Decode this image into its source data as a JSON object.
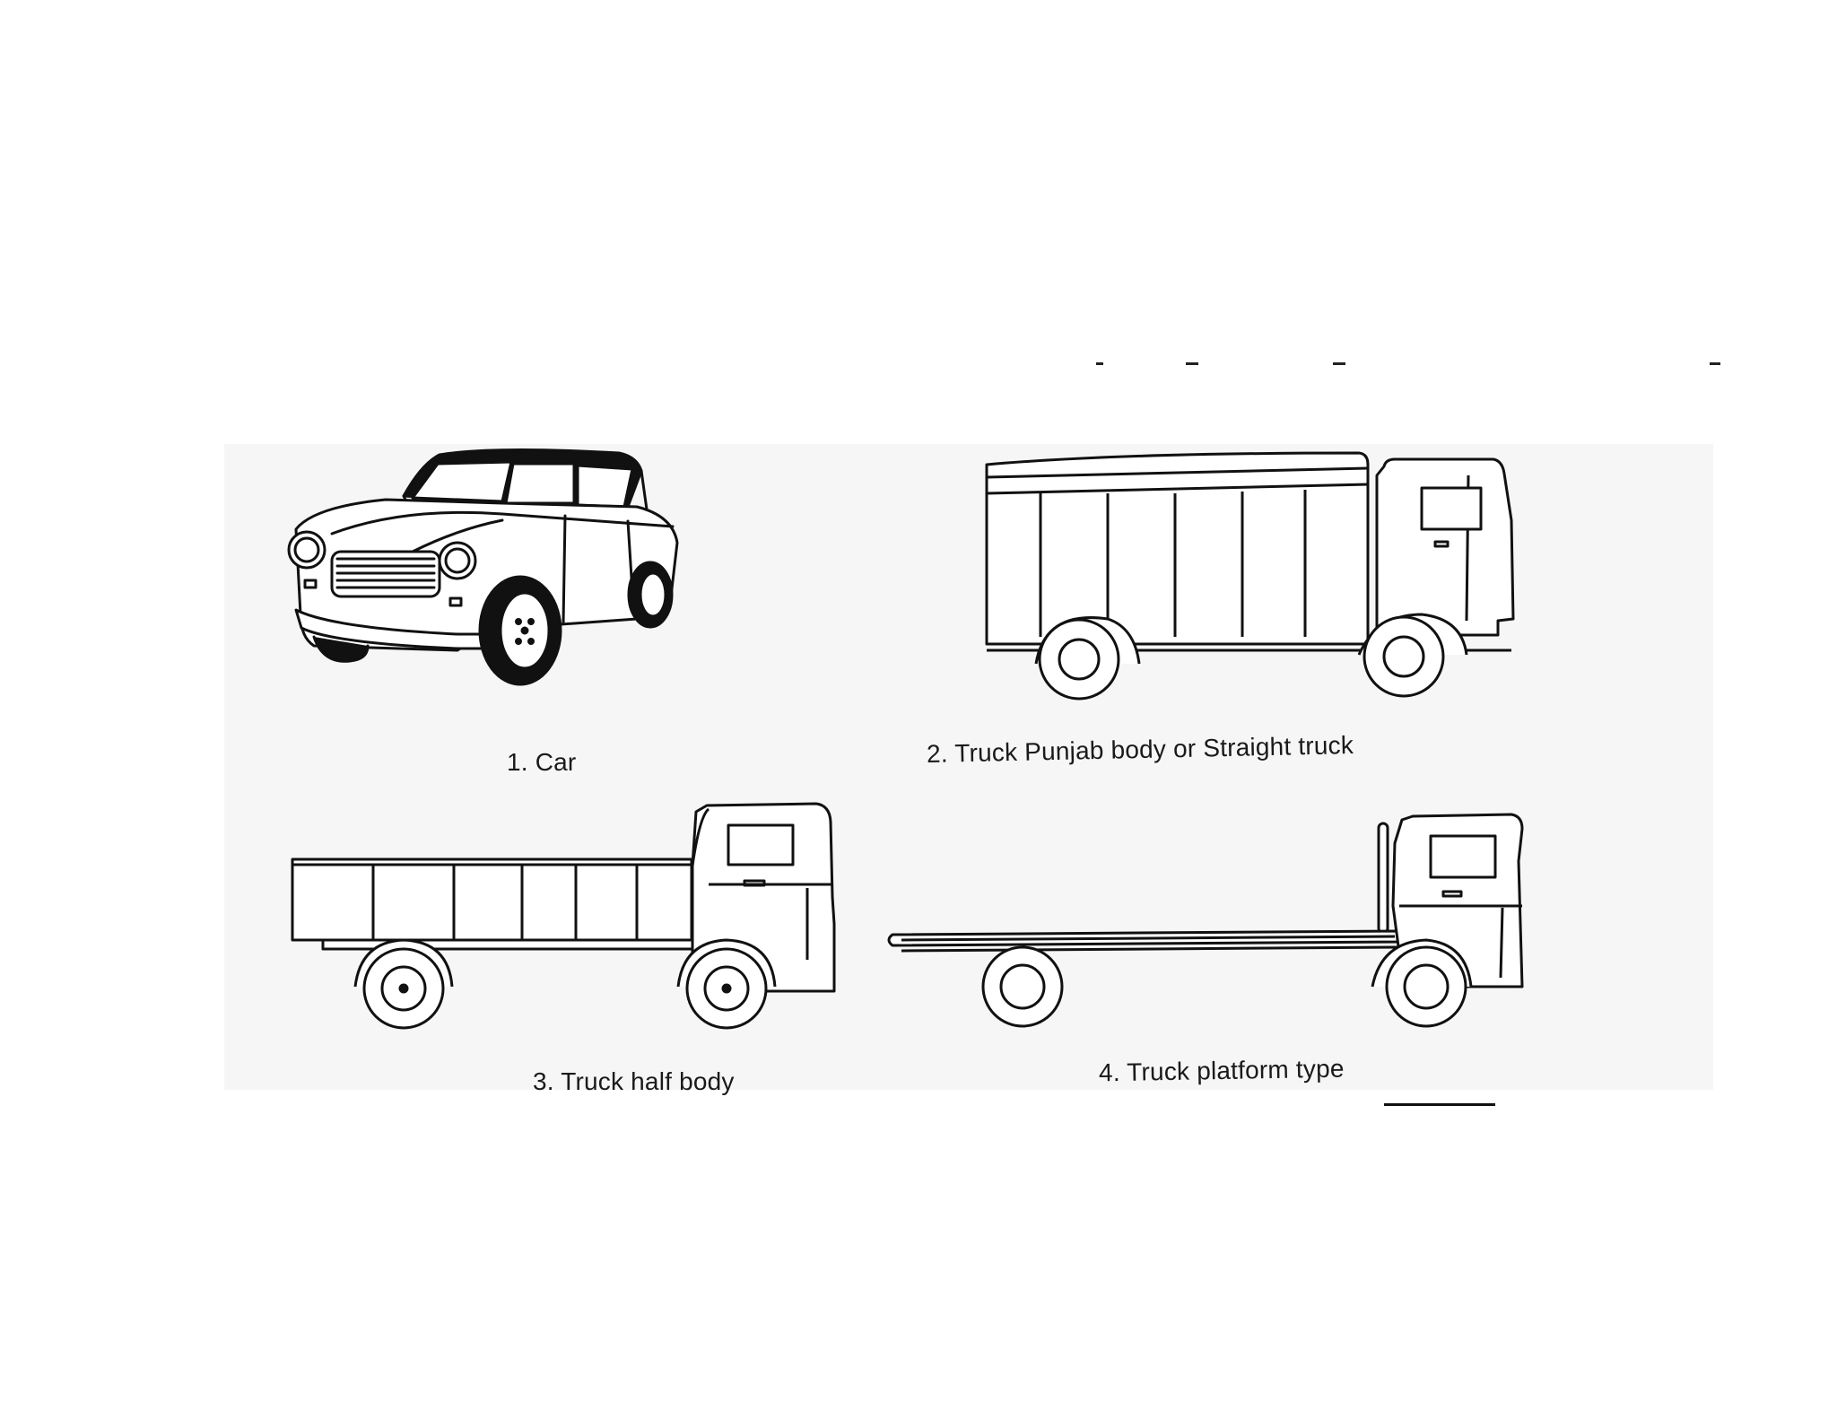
{
  "figure": {
    "items": [
      {
        "caption": "1. Car",
        "icon": "car-icon"
      },
      {
        "caption": "2. Truck Punjab body or Straight truck",
        "icon": "box-truck-icon"
      },
      {
        "caption": "3. Truck half body",
        "icon": "half-body-truck-icon"
      },
      {
        "caption": "4. Truck platform type",
        "icon": "platform-truck-icon"
      }
    ],
    "colors": {
      "ink": "#111111",
      "panel": "#f6f6f6",
      "page": "#ffffff"
    }
  }
}
